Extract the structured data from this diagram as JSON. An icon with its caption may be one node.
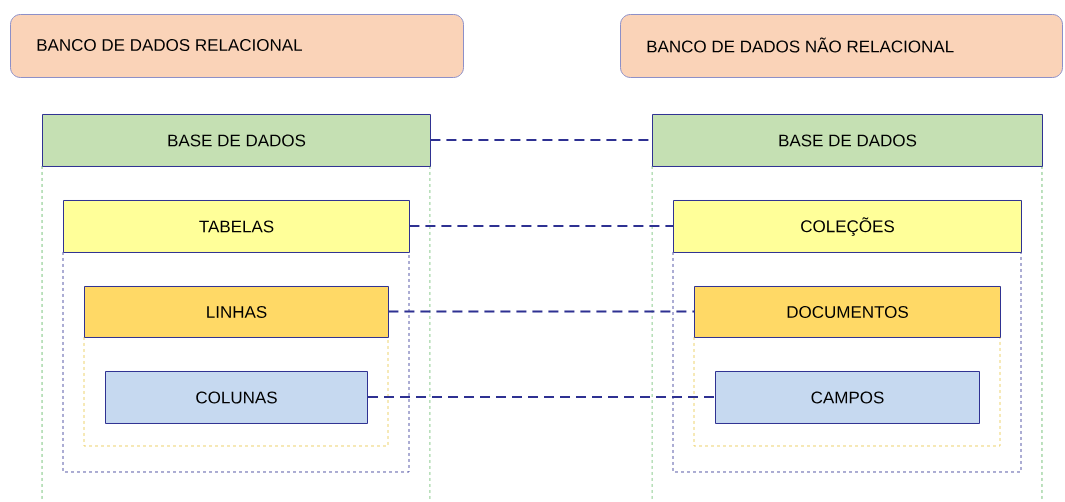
{
  "diagram": {
    "nodes": [
      {
        "text": [
          "BANCO DE DADOS RELACIONAL"
        ]
      },
      {
        "text": [
          "BANCO DE DADOS NÃO RELACIONAL"
        ]
      },
      {
        "text": [
          "BASE DE DADOS"
        ]
      },
      {
        "text": [
          "TABELAS"
        ],
        "in": 2
      },
      {
        "text": [
          "LINHAS"
        ],
        "in": 3
      },
      {
        "text": [
          "COLUNAS"
        ],
        "in": 4
      },
      {
        "text": [
          "BASE DE DADOS"
        ]
      },
      {
        "text": [
          "COLEÇÕES"
        ],
        "in": 6
      },
      {
        "text": [
          "DOCUMENTOS"
        ],
        "in": 7
      },
      {
        "text": [
          "CAMPOS"
        ],
        "in": 8
      }
    ],
    "edges": [
      {
        "from": 2,
        "to": 6,
        "arrow": "none",
        "style": "dashed"
      },
      {
        "from": 3,
        "to": 7,
        "arrow": "none",
        "style": "dashed"
      },
      {
        "from": 4,
        "to": 8,
        "arrow": "none",
        "style": "dashed"
      },
      {
        "from": 5,
        "to": 9,
        "arrow": "none",
        "style": "dashed"
      }
    ]
  }
}
